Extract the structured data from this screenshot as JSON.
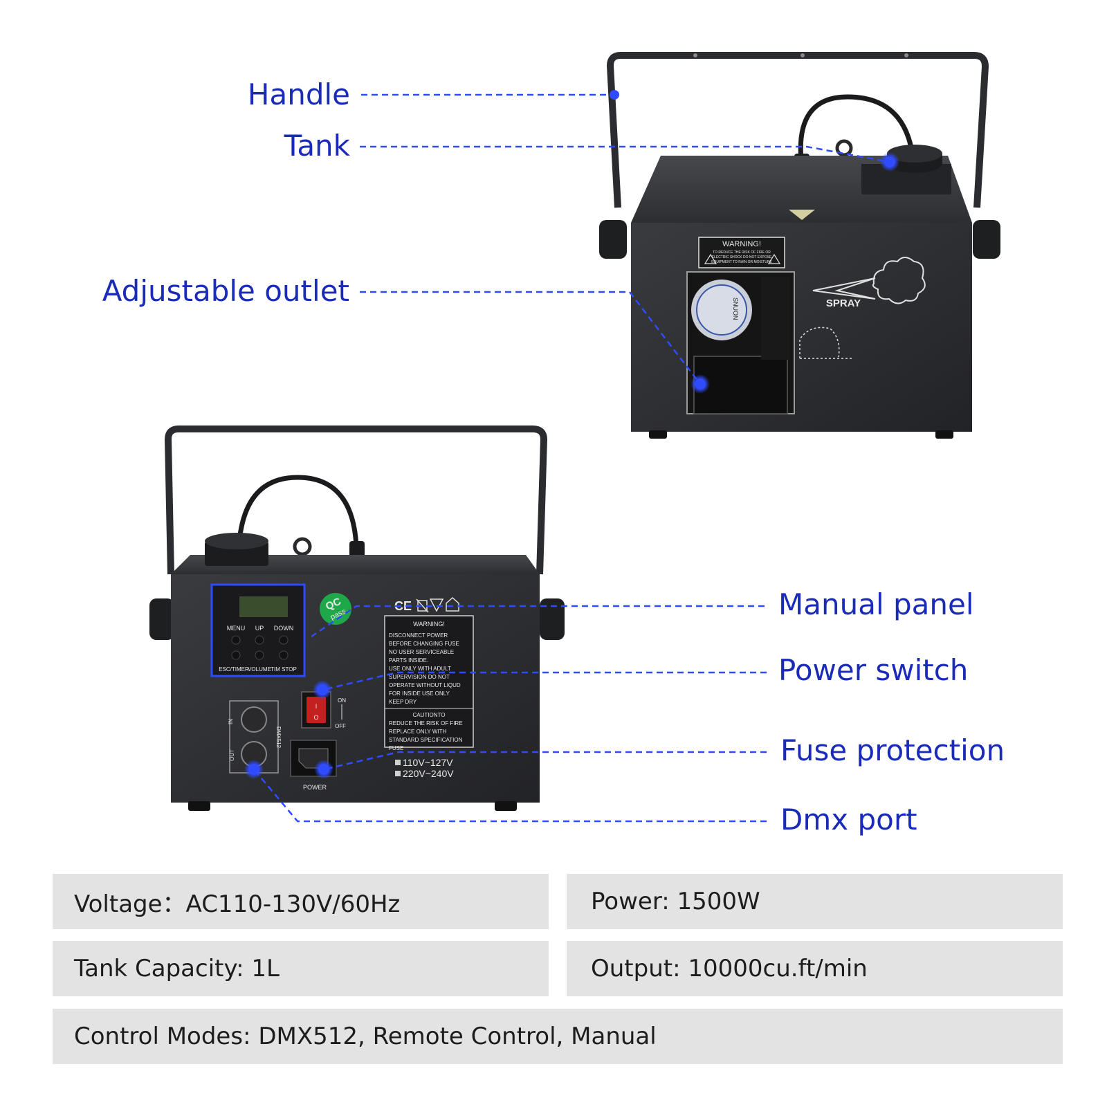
{
  "callouts": {
    "handle": "Handle",
    "tank": "Tank",
    "outlet": "Adjustable outlet",
    "manual_panel": "Manual panel",
    "power_switch": "Power switch",
    "fuse": "Fuse protection",
    "dmx": "Dmx port"
  },
  "machine_front": {
    "warning_title": "WARNING!",
    "warning_lines": [
      "TO REDUCE THE RISK OF FIRE OR",
      "ELECTRIC SHOCK DO NOT EXPOSE",
      "EQUIPMENT TO RAIN OR MOISTURE"
    ],
    "spray_label": "SPRAY",
    "fan_label": "SNUON"
  },
  "machine_back": {
    "panel_top": [
      "MENU",
      "UP",
      "DOWN"
    ],
    "panel_bottom": [
      "ESC/TIMER",
      "VOLUME",
      "TIM STOP"
    ],
    "qc_line1": "QC",
    "qc_line2": "pass",
    "ce_mark": "CE",
    "warning_title": "WARNING!",
    "warning_lines": [
      "DISCONNECT POWER",
      "BEFORE CHANGING FUSE",
      "NO USER SERVICEABLE",
      "PARTS INSIDE.",
      "USE ONLY WITH ADULT",
      "SUPERVISION DO NOT",
      "OPERATE WITHOUT LIQUD",
      "FOR INSIDE USE ONLY",
      "KEEP DRY"
    ],
    "caution_title": "CAUTIONTO",
    "caution_lines": [
      "REDUCE THE RISK OF FIRE",
      "REPLACE ONLY WITH",
      "STANDARD SPECIFICATION",
      "FUSE"
    ],
    "voltage1": "110V~127V",
    "voltage2": "220V~240V",
    "switch_on": "ON",
    "switch_off": "OFF",
    "dmx_in": "IN",
    "dmx_out": "OUT",
    "dmx_label": "DMX512",
    "power_label": "POWER"
  },
  "specs": {
    "voltage": "Voltage：AC110-130V/60Hz",
    "power": "Power: 1500W",
    "tank": "Tank Capacity: 1L",
    "output": "Output: 10000cu.ft/min",
    "control": "Control Modes: DMX512, Remote Control, Manual"
  },
  "colors": {
    "accent": "#1a2bb8",
    "dot": "#2f4bff",
    "body": "#2a2b2e",
    "spec_bg": "#e3e3e3"
  }
}
